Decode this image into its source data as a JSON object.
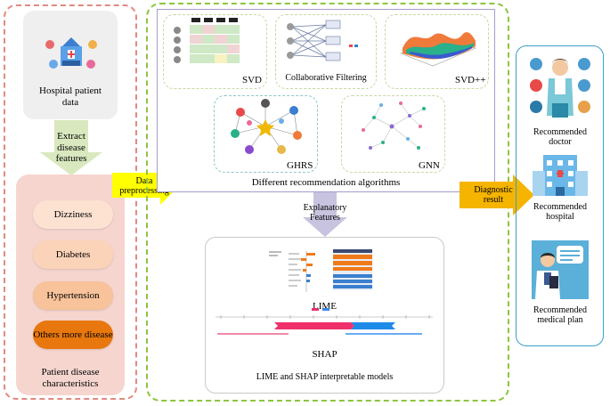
{
  "left": {
    "hospital_data_label": "Hospital patient data",
    "extract_label": "Extract disease features",
    "diseases": [
      "Dizziness",
      "Diabetes",
      "Hypertension",
      "Others more disease"
    ],
    "characteristics_label": "Patient disease characteristics"
  },
  "arrows": {
    "data_preprocessing": "Data preprocessing",
    "explanatory_features": "Explanatory Features",
    "diagnostic_result": "Diagnostic result"
  },
  "algorithms": {
    "svd": "SVD",
    "cf": "Collaborative Filtering",
    "svdpp": "SVD++",
    "ghrs": "GHRS",
    "gnn": "GNN",
    "title": "Different recommendation algorithms"
  },
  "interpret": {
    "lime": "LIME",
    "shap": "SHAP",
    "title": "LIME and SHAP interpretable models"
  },
  "right": {
    "doctor": "Recommended doctor",
    "hospital": "Recommended hospital",
    "plan": "Recommended medical plan"
  },
  "colors": {
    "left_dash": "#e08a80",
    "center_dash": "#8cc63f",
    "right_border": "#3aa0c8",
    "pink_panel": "#f6d5cf",
    "grey_panel": "#efefef",
    "extract_arrow": "#d9e8be",
    "yellow_arrow": "#ffff00",
    "orange_arrow": "#f5b400",
    "lavender_arrow": "#c8c3df",
    "pill_light": "#fbd8c2",
    "pill_mid": "#f8c9a2",
    "pill_dark": "#e8770e"
  }
}
